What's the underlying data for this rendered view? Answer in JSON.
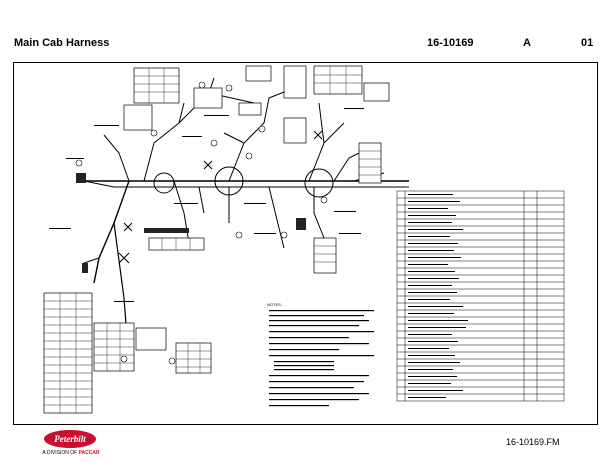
{
  "header": {
    "title": "Main Cab Harness",
    "part_number": "16-10169",
    "revision": "A",
    "sheet": "01"
  },
  "footer": {
    "file_name": "16-10169.FM"
  },
  "logo": {
    "brand": "Peterbilt",
    "tagline_prefix": "A DIVISION OF",
    "tagline_brand": "PACCAR"
  },
  "notes": {
    "heading": "NOTES:"
  }
}
